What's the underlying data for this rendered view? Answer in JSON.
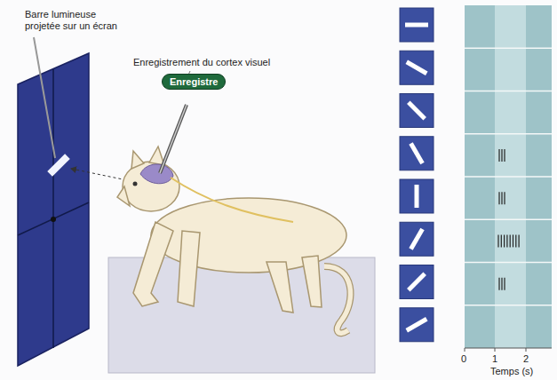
{
  "diagram": {
    "nodes": [
      {
        "text": [
          "Enregistre"
        ]
      }
    ],
    "labels": [
      "Barre lumineuse projetée sur un écran",
      "Enregistrement du cortex visuel",
      "0",
      "1",
      "2",
      "Temps (s)"
    ]
  }
}
